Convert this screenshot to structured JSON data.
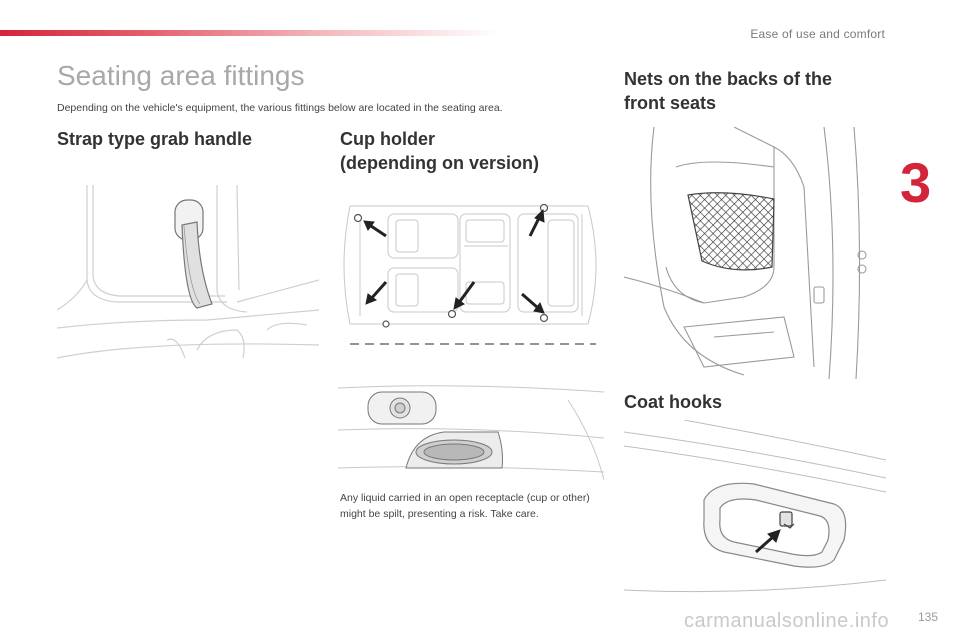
{
  "header": {
    "section": "Ease of use and comfort",
    "chapter_number": "3"
  },
  "page": {
    "title": "Seating area fittings",
    "intro": "Depending on the vehicle's equipment, the various fittings below are located in the seating area.",
    "number": "135"
  },
  "strap_handle": {
    "heading": "Strap type grab handle"
  },
  "cup_holder": {
    "heading_line1": "Cup holder",
    "heading_line2": "(depending on version)",
    "note": "Any liquid carried in an open receptacle (cup or other) might be spilt, presenting a risk. Take care."
  },
  "nets": {
    "heading_line1": "Nets on the backs of the",
    "heading_line2": "front seats"
  },
  "coat_hooks": {
    "heading": "Coat hooks"
  },
  "footer": {
    "watermark": "carmanualsonline.info"
  },
  "colors": {
    "accent": "#d4243a",
    "title_grey": "#a8a8a8"
  }
}
